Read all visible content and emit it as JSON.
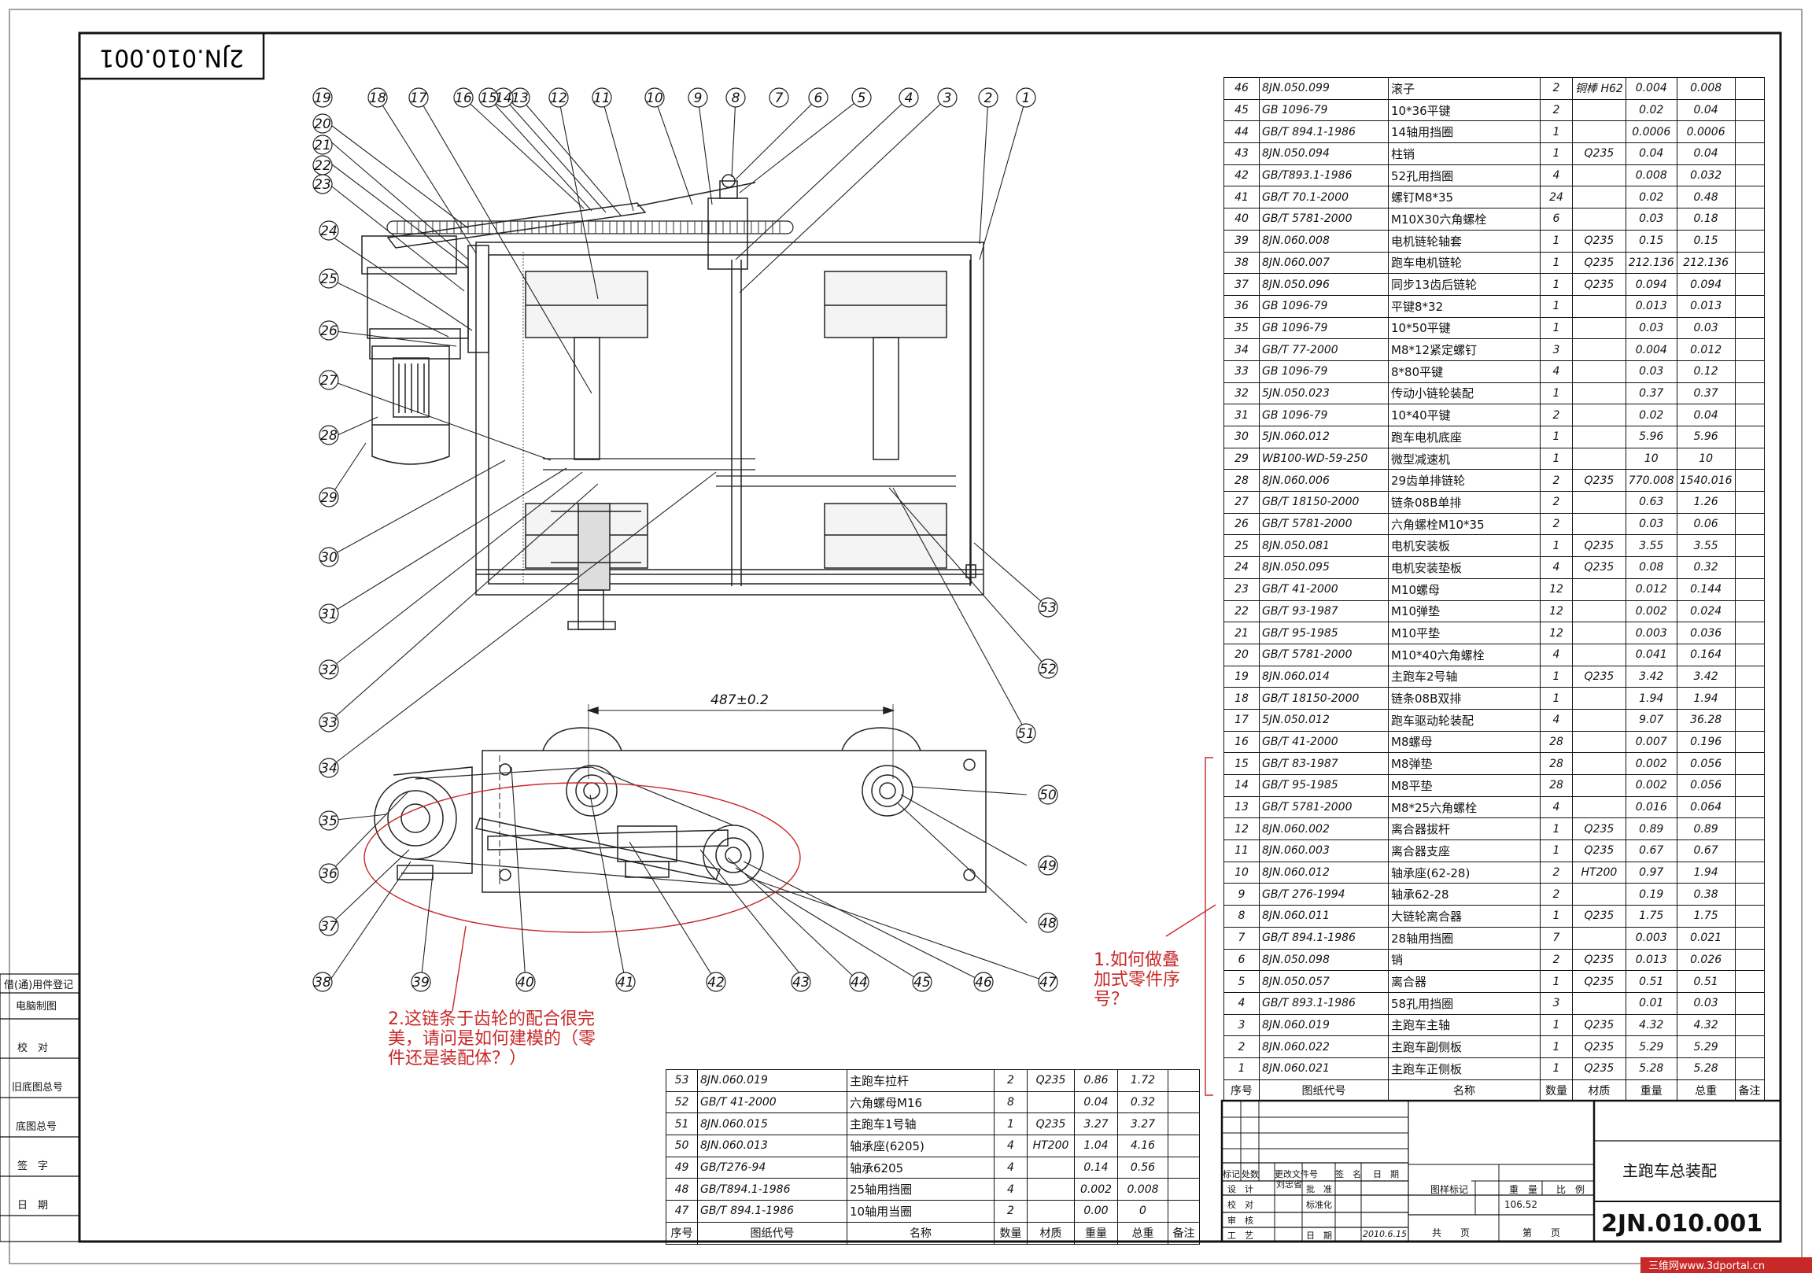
{
  "drawing_number": "2JN.010.001",
  "drawing_number_rotated": "2JN.010.001",
  "dimension_label": "487±0.2",
  "annotations": {
    "note1": "1.如何做叠\n加式零件序\n号？",
    "note2": "2.这链条于齿轮的配合很完\n美，请问是如何建模的（零\n件还是装配体？）"
  },
  "balloons": [
    "1",
    "2",
    "3",
    "4",
    "5",
    "6",
    "7",
    "8",
    "9",
    "10",
    "11",
    "12",
    "13",
    "14",
    "15",
    "16",
    "17",
    "18",
    "19",
    "20",
    "21",
    "22",
    "23",
    "24",
    "25",
    "26",
    "27",
    "28",
    "29",
    "30",
    "31",
    "32",
    "33",
    "34",
    "35",
    "36",
    "37",
    "38",
    "39",
    "40",
    "41",
    "42",
    "43",
    "44",
    "45",
    "46",
    "47",
    "48",
    "49",
    "50",
    "51",
    "52",
    "53"
  ],
  "bom_headers": [
    "序号",
    "图纸代号",
    "名称",
    "数量",
    "材质",
    "重量",
    "总重",
    "备注"
  ],
  "bom_right": [
    [
      "46",
      "8JN.050.099",
      "滚子",
      "2",
      "铜棒 H62",
      "0.004",
      "0.008",
      ""
    ],
    [
      "45",
      "GB 1096-79",
      "10*36平键",
      "2",
      "",
      "0.02",
      "0.04",
      ""
    ],
    [
      "44",
      "GB/T 894.1-1986",
      "14轴用挡圈",
      "1",
      "",
      "0.0006",
      "0.0006",
      ""
    ],
    [
      "43",
      "8JN.050.094",
      "柱销",
      "1",
      "Q235",
      "0.04",
      "0.04",
      ""
    ],
    [
      "42",
      "GB/T893.1-1986",
      "52孔用挡圈",
      "4",
      "",
      "0.008",
      "0.032",
      ""
    ],
    [
      "41",
      "GB/T 70.1-2000",
      "螺钉M8*35",
      "24",
      "",
      "0.02",
      "0.48",
      ""
    ],
    [
      "40",
      "GB/T 5781-2000",
      "M10X30六角螺栓",
      "6",
      "",
      "0.03",
      "0.18",
      ""
    ],
    [
      "39",
      "8JN.060.008",
      "电机链轮轴套",
      "1",
      "Q235",
      "0.15",
      "0.15",
      ""
    ],
    [
      "38",
      "8JN.060.007",
      "跑车电机链轮",
      "1",
      "Q235",
      "212.136",
      "212.136",
      ""
    ],
    [
      "37",
      "8JN.050.096",
      "同步13齿后链轮",
      "1",
      "Q235",
      "0.094",
      "0.094",
      ""
    ],
    [
      "36",
      "GB 1096-79",
      "平键8*32",
      "1",
      "",
      "0.013",
      "0.013",
      ""
    ],
    [
      "35",
      "GB 1096-79",
      "10*50平键",
      "1",
      "",
      "0.03",
      "0.03",
      ""
    ],
    [
      "34",
      "GB/T 77-2000",
      "M8*12紧定螺钉",
      "3",
      "",
      "0.004",
      "0.012",
      ""
    ],
    [
      "33",
      "GB 1096-79",
      "8*80平键",
      "4",
      "",
      "0.03",
      "0.12",
      ""
    ],
    [
      "32",
      "5JN.050.023",
      "传动小链轮装配",
      "1",
      "",
      "0.37",
      "0.37",
      ""
    ],
    [
      "31",
      "GB 1096-79",
      "10*40平键",
      "2",
      "",
      "0.02",
      "0.04",
      ""
    ],
    [
      "30",
      "5JN.060.012",
      "跑车电机底座",
      "1",
      "",
      "5.96",
      "5.96",
      ""
    ],
    [
      "29",
      "WB100-WD-59-250",
      "微型减速机",
      "1",
      "",
      "10",
      "10",
      ""
    ],
    [
      "28",
      "8JN.060.006",
      "29齿单排链轮",
      "2",
      "Q235",
      "770.008",
      "1540.016",
      ""
    ],
    [
      "27",
      "GB/T 18150-2000",
      "链条08B单排",
      "2",
      "",
      "0.63",
      "1.26",
      ""
    ],
    [
      "26",
      "GB/T 5781-2000",
      "六角螺栓M10*35",
      "2",
      "",
      "0.03",
      "0.06",
      ""
    ],
    [
      "25",
      "8JN.050.081",
      "电机安装板",
      "1",
      "Q235",
      "3.55",
      "3.55",
      ""
    ],
    [
      "24",
      "8JN.050.095",
      "电机安装垫板",
      "4",
      "Q235",
      "0.08",
      "0.32",
      ""
    ],
    [
      "23",
      "GB/T 41-2000",
      "M10螺母",
      "12",
      "",
      "0.012",
      "0.144",
      ""
    ],
    [
      "22",
      "GB/T 93-1987",
      "M10弹垫",
      "12",
      "",
      "0.002",
      "0.024",
      ""
    ],
    [
      "21",
      "GB/T 95-1985",
      "M10平垫",
      "12",
      "",
      "0.003",
      "0.036",
      ""
    ],
    [
      "20",
      "GB/T 5781-2000",
      "M10*40六角螺栓",
      "4",
      "",
      "0.041",
      "0.164",
      ""
    ],
    [
      "19",
      "8JN.060.014",
      "主跑车2号轴",
      "1",
      "Q235",
      "3.42",
      "3.42",
      ""
    ],
    [
      "18",
      "GB/T 18150-2000",
      "链条08B双排",
      "1",
      "",
      "1.94",
      "1.94",
      ""
    ],
    [
      "17",
      "5JN.050.012",
      "跑车驱动轮装配",
      "4",
      "",
      "9.07",
      "36.28",
      ""
    ],
    [
      "16",
      "GB/T 41-2000",
      "M8螺母",
      "28",
      "",
      "0.007",
      "0.196",
      ""
    ],
    [
      "15",
      "GB/T 83-1987",
      "M8弹垫",
      "28",
      "",
      "0.002",
      "0.056",
      ""
    ],
    [
      "14",
      "GB/T 95-1985",
      "M8平垫",
      "28",
      "",
      "0.002",
      "0.056",
      ""
    ],
    [
      "13",
      "GB/T 5781-2000",
      "M8*25六角螺栓",
      "4",
      "",
      "0.016",
      "0.064",
      ""
    ],
    [
      "12",
      "8JN.060.002",
      "离合器拔杆",
      "1",
      "Q235",
      "0.89",
      "0.89",
      ""
    ],
    [
      "11",
      "8JN.060.003",
      "离合器支座",
      "1",
      "Q235",
      "0.67",
      "0.67",
      ""
    ],
    [
      "10",
      "8JN.060.012",
      "轴承座(62-28)",
      "2",
      "HT200",
      "0.97",
      "1.94",
      ""
    ],
    [
      "9",
      "GB/T 276-1994",
      "轴承62-28",
      "2",
      "",
      "0.19",
      "0.38",
      ""
    ],
    [
      "8",
      "8JN.060.011",
      "大链轮离合器",
      "1",
      "Q235",
      "1.75",
      "1.75",
      ""
    ],
    [
      "7",
      "GB/T 894.1-1986",
      "28轴用挡圈",
      "7",
      "",
      "0.003",
      "0.021",
      ""
    ],
    [
      "6",
      "8JN.050.098",
      "销",
      "2",
      "Q235",
      "0.013",
      "0.026",
      ""
    ],
    [
      "5",
      "8JN.050.057",
      "离合器",
      "1",
      "Q235",
      "0.51",
      "0.51",
      ""
    ],
    [
      "4",
      "GB/T 893.1-1986",
      "58孔用挡圈",
      "3",
      "",
      "0.01",
      "0.03",
      ""
    ],
    [
      "3",
      "8JN.060.019",
      "主跑车主轴",
      "1",
      "Q235",
      "4.32",
      "4.32",
      ""
    ],
    [
      "2",
      "8JN.060.022",
      "主跑车副侧板",
      "1",
      "Q235",
      "5.29",
      "5.29",
      ""
    ],
    [
      "1",
      "8JN.060.021",
      "主跑车正侧板",
      "1",
      "Q235",
      "5.28",
      "5.28",
      ""
    ]
  ],
  "bom_left": [
    [
      "53",
      "8JN.060.019",
      "主跑车拉杆",
      "2",
      "Q235",
      "0.86",
      "1.72",
      ""
    ],
    [
      "52",
      "GB/T 41-2000",
      "六角螺母M16",
      "8",
      "",
      "0.04",
      "0.32",
      ""
    ],
    [
      "51",
      "8JN.060.015",
      "主跑车1号轴",
      "1",
      "Q235",
      "3.27",
      "3.27",
      ""
    ],
    [
      "50",
      "8JN.060.013",
      "轴承座(6205)",
      "4",
      "HT200",
      "1.04",
      "4.16",
      ""
    ],
    [
      "49",
      "GB/T276-94",
      "轴承6205",
      "4",
      "",
      "0.14",
      "0.56",
      ""
    ],
    [
      "48",
      "GB/T894.1-1986",
      "25轴用挡圈",
      "4",
      "",
      "0.002",
      "0.008",
      ""
    ],
    [
      "47",
      "GB/T 894.1-1986",
      "10轴用当圈",
      "2",
      "",
      "0.00",
      "0",
      ""
    ]
  ],
  "side_labels": [
    "借(通)用件登记",
    "电脑制图",
    "校　对",
    "旧底图总号",
    "底图总号",
    "签　字",
    "日　期"
  ],
  "title_block": {
    "title": "主跑车总装配",
    "number": "2JN.010.001",
    "weight": "106.52",
    "date": "2010.6.15",
    "designer": "刘忠省",
    "rev_headers": [
      "标记",
      "处数",
      "更改文件号",
      "签　名",
      "日　期"
    ],
    "labels": {
      "design": "设　计",
      "check": "校　对",
      "review": "审　核",
      "process": "工　艺",
      "approve": "批　准",
      "standard": "标准化",
      "date_label": "日　期",
      "stage": "图样标记",
      "weight_label": "重　量",
      "scale_label": "比　例",
      "total_sheets": "共　　页",
      "sheet": "第　　页"
    }
  },
  "watermark": "三维网www.3dportal.cn"
}
